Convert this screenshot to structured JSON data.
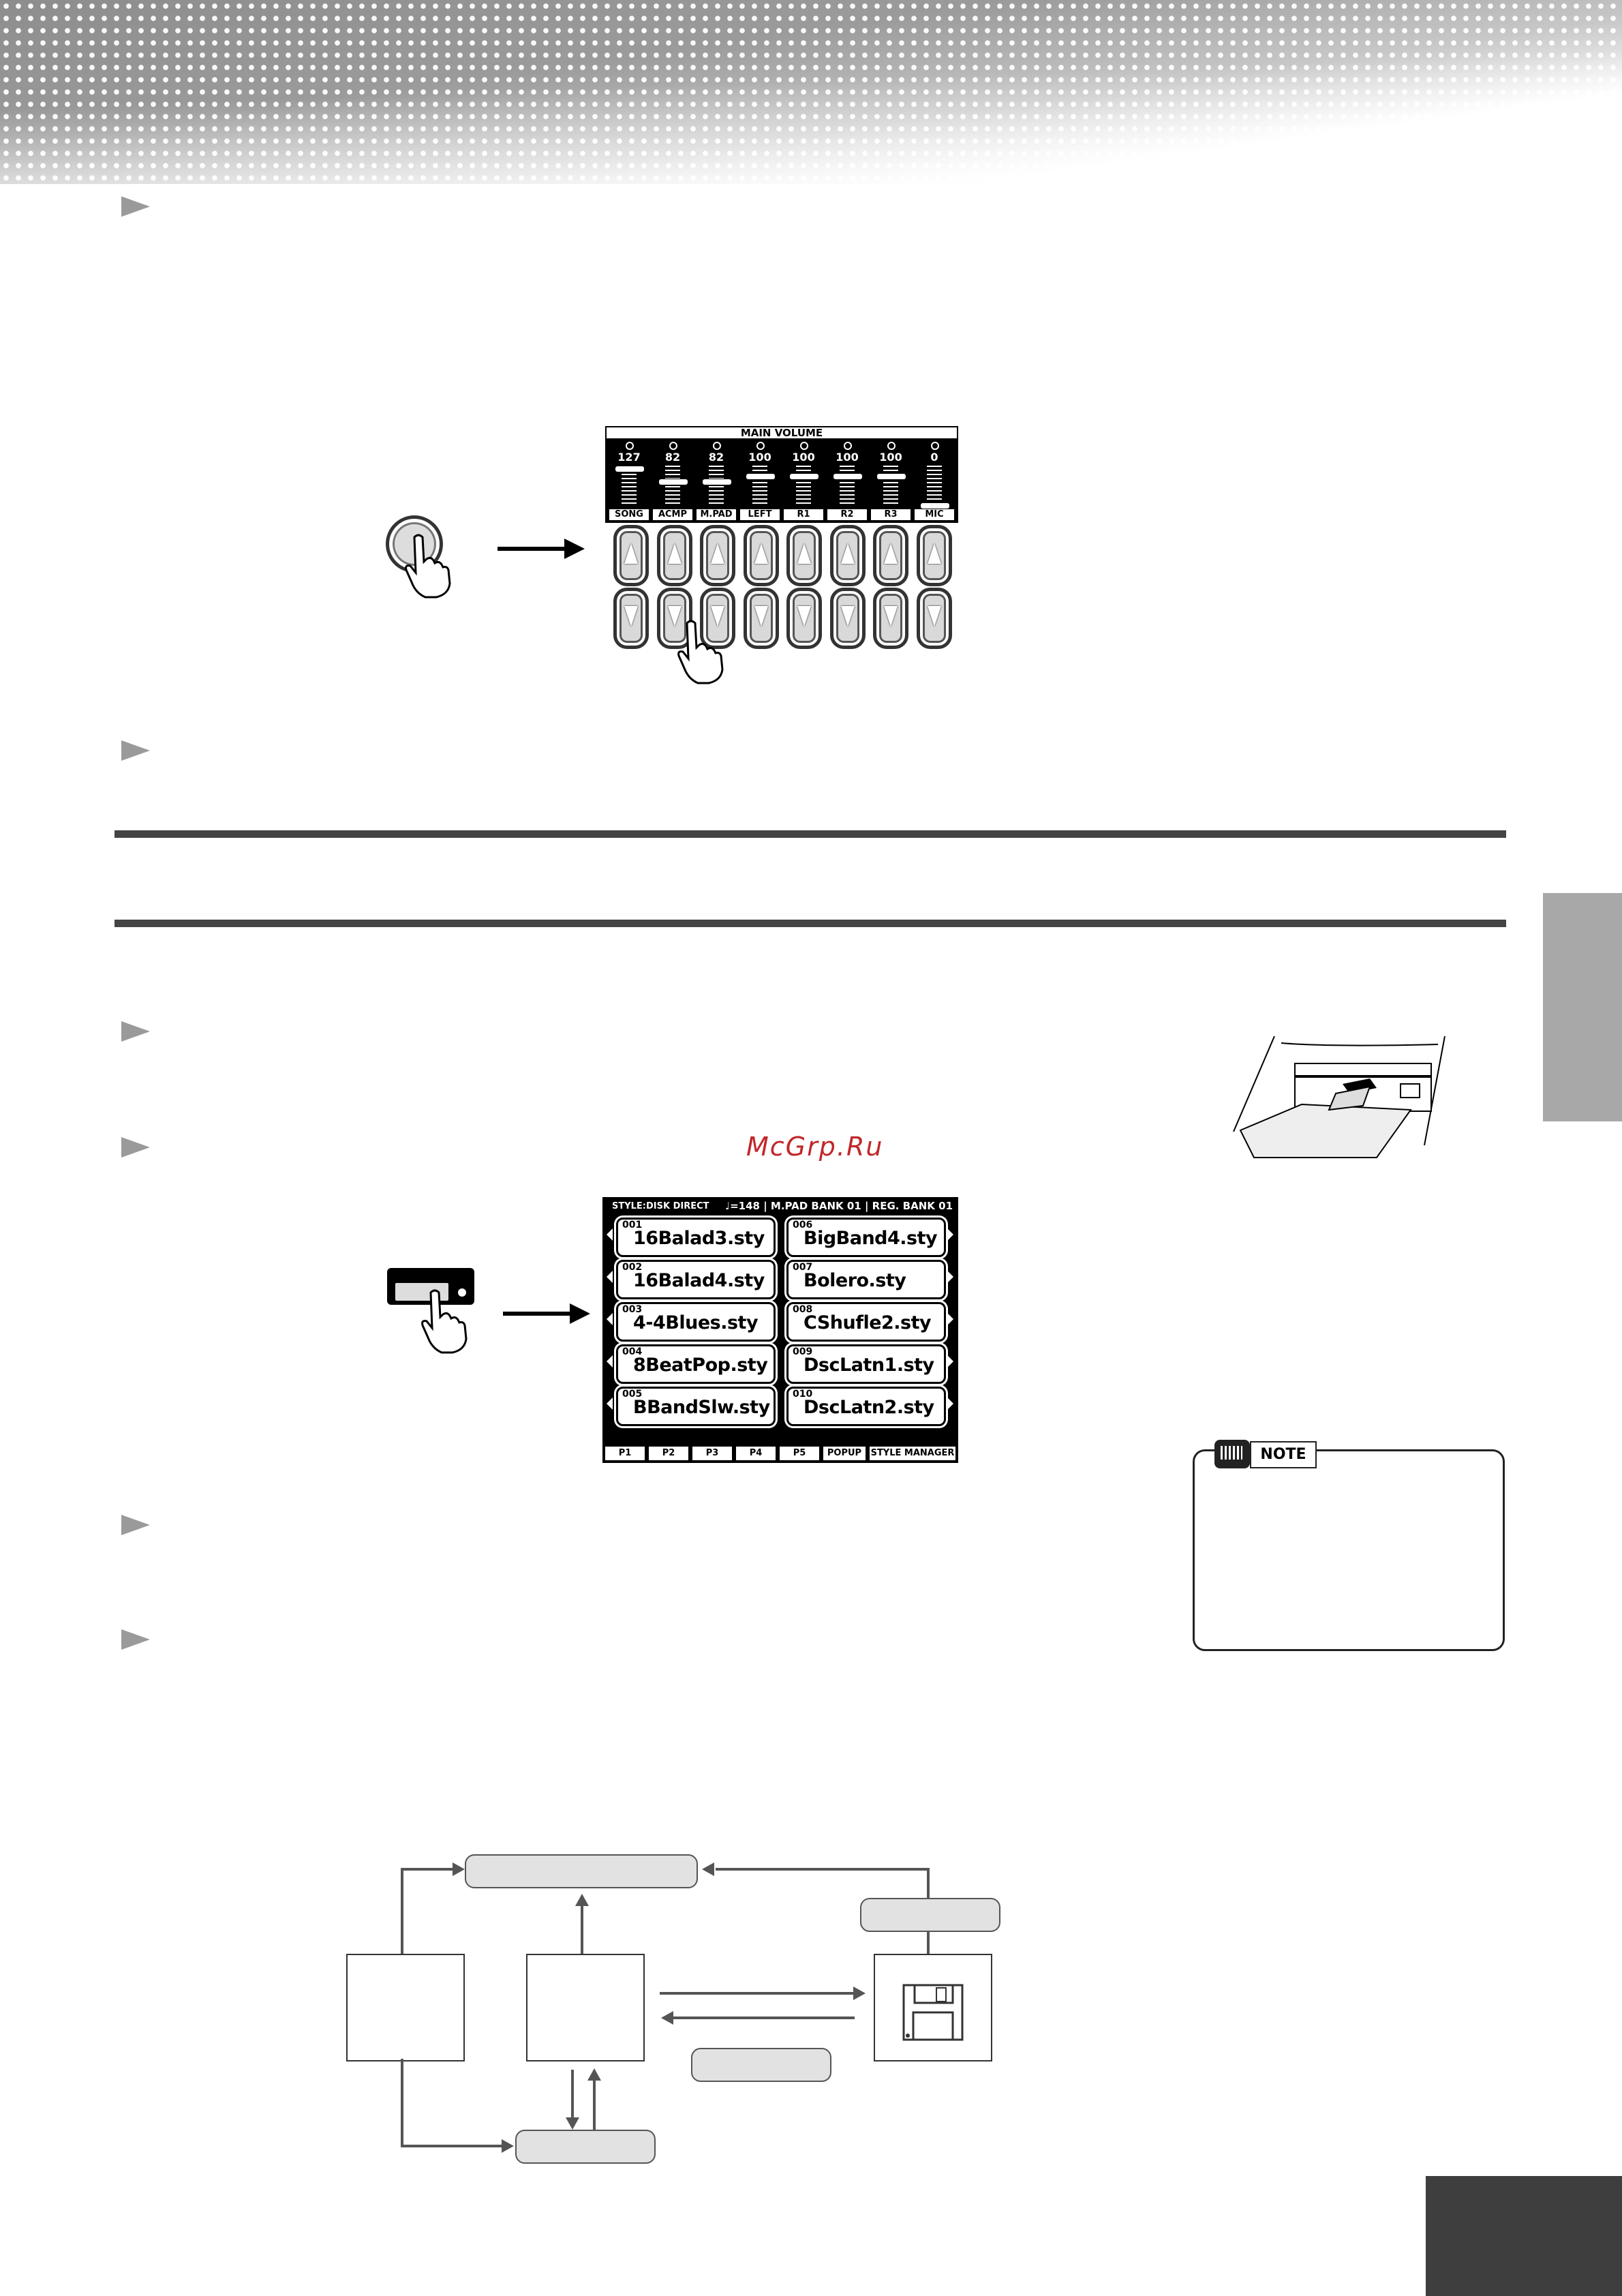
{
  "mixer": {
    "title": "MAIN VOLUME",
    "channels": [
      {
        "label": "SONG",
        "value": "127",
        "level": 1.0
      },
      {
        "label": "ACMP",
        "value": "82",
        "level": 0.65
      },
      {
        "label": "M.PAD",
        "value": "82",
        "level": 0.65
      },
      {
        "label": "LEFT",
        "value": "100",
        "level": 0.79
      },
      {
        "label": "R1",
        "value": "100",
        "level": 0.79
      },
      {
        "label": "R2",
        "value": "100",
        "level": 0.79
      },
      {
        "label": "R3",
        "value": "100",
        "level": 0.79
      },
      {
        "label": "MIC",
        "value": "0",
        "level": 0.0
      }
    ]
  },
  "style_screen": {
    "header_left": "STYLE:DISK DIRECT",
    "header_right": "♩=148 | M.PAD BANK 01 | REG. BANK 01",
    "files_left": [
      {
        "num": "001",
        "name": "16Balad3.sty"
      },
      {
        "num": "002",
        "name": "16Balad4.sty"
      },
      {
        "num": "003",
        "name": "4-4Blues.sty"
      },
      {
        "num": "004",
        "name": "8BeatPop.sty"
      },
      {
        "num": "005",
        "name": "BBandSlw.sty"
      }
    ],
    "files_right": [
      {
        "num": "006",
        "name": "BigBand4.sty"
      },
      {
        "num": "007",
        "name": "Bolero.sty"
      },
      {
        "num": "008",
        "name": "CShufle2.sty"
      },
      {
        "num": "009",
        "name": "DscLatn1.sty"
      },
      {
        "num": "010",
        "name": "DscLatn2.sty"
      }
    ],
    "pages": [
      "P1",
      "P2",
      "P3",
      "P4",
      "P5",
      "POPUP",
      "STYLE MANAGER"
    ]
  },
  "note": {
    "label": "NOTE"
  },
  "watermark": "McGrp.Ru",
  "colors": {
    "rule": "#444444",
    "side_tab": "#a8a8a8",
    "corner": "#3e3e3e",
    "watermark": "#c0282a",
    "pill": "#e2e2e2"
  }
}
